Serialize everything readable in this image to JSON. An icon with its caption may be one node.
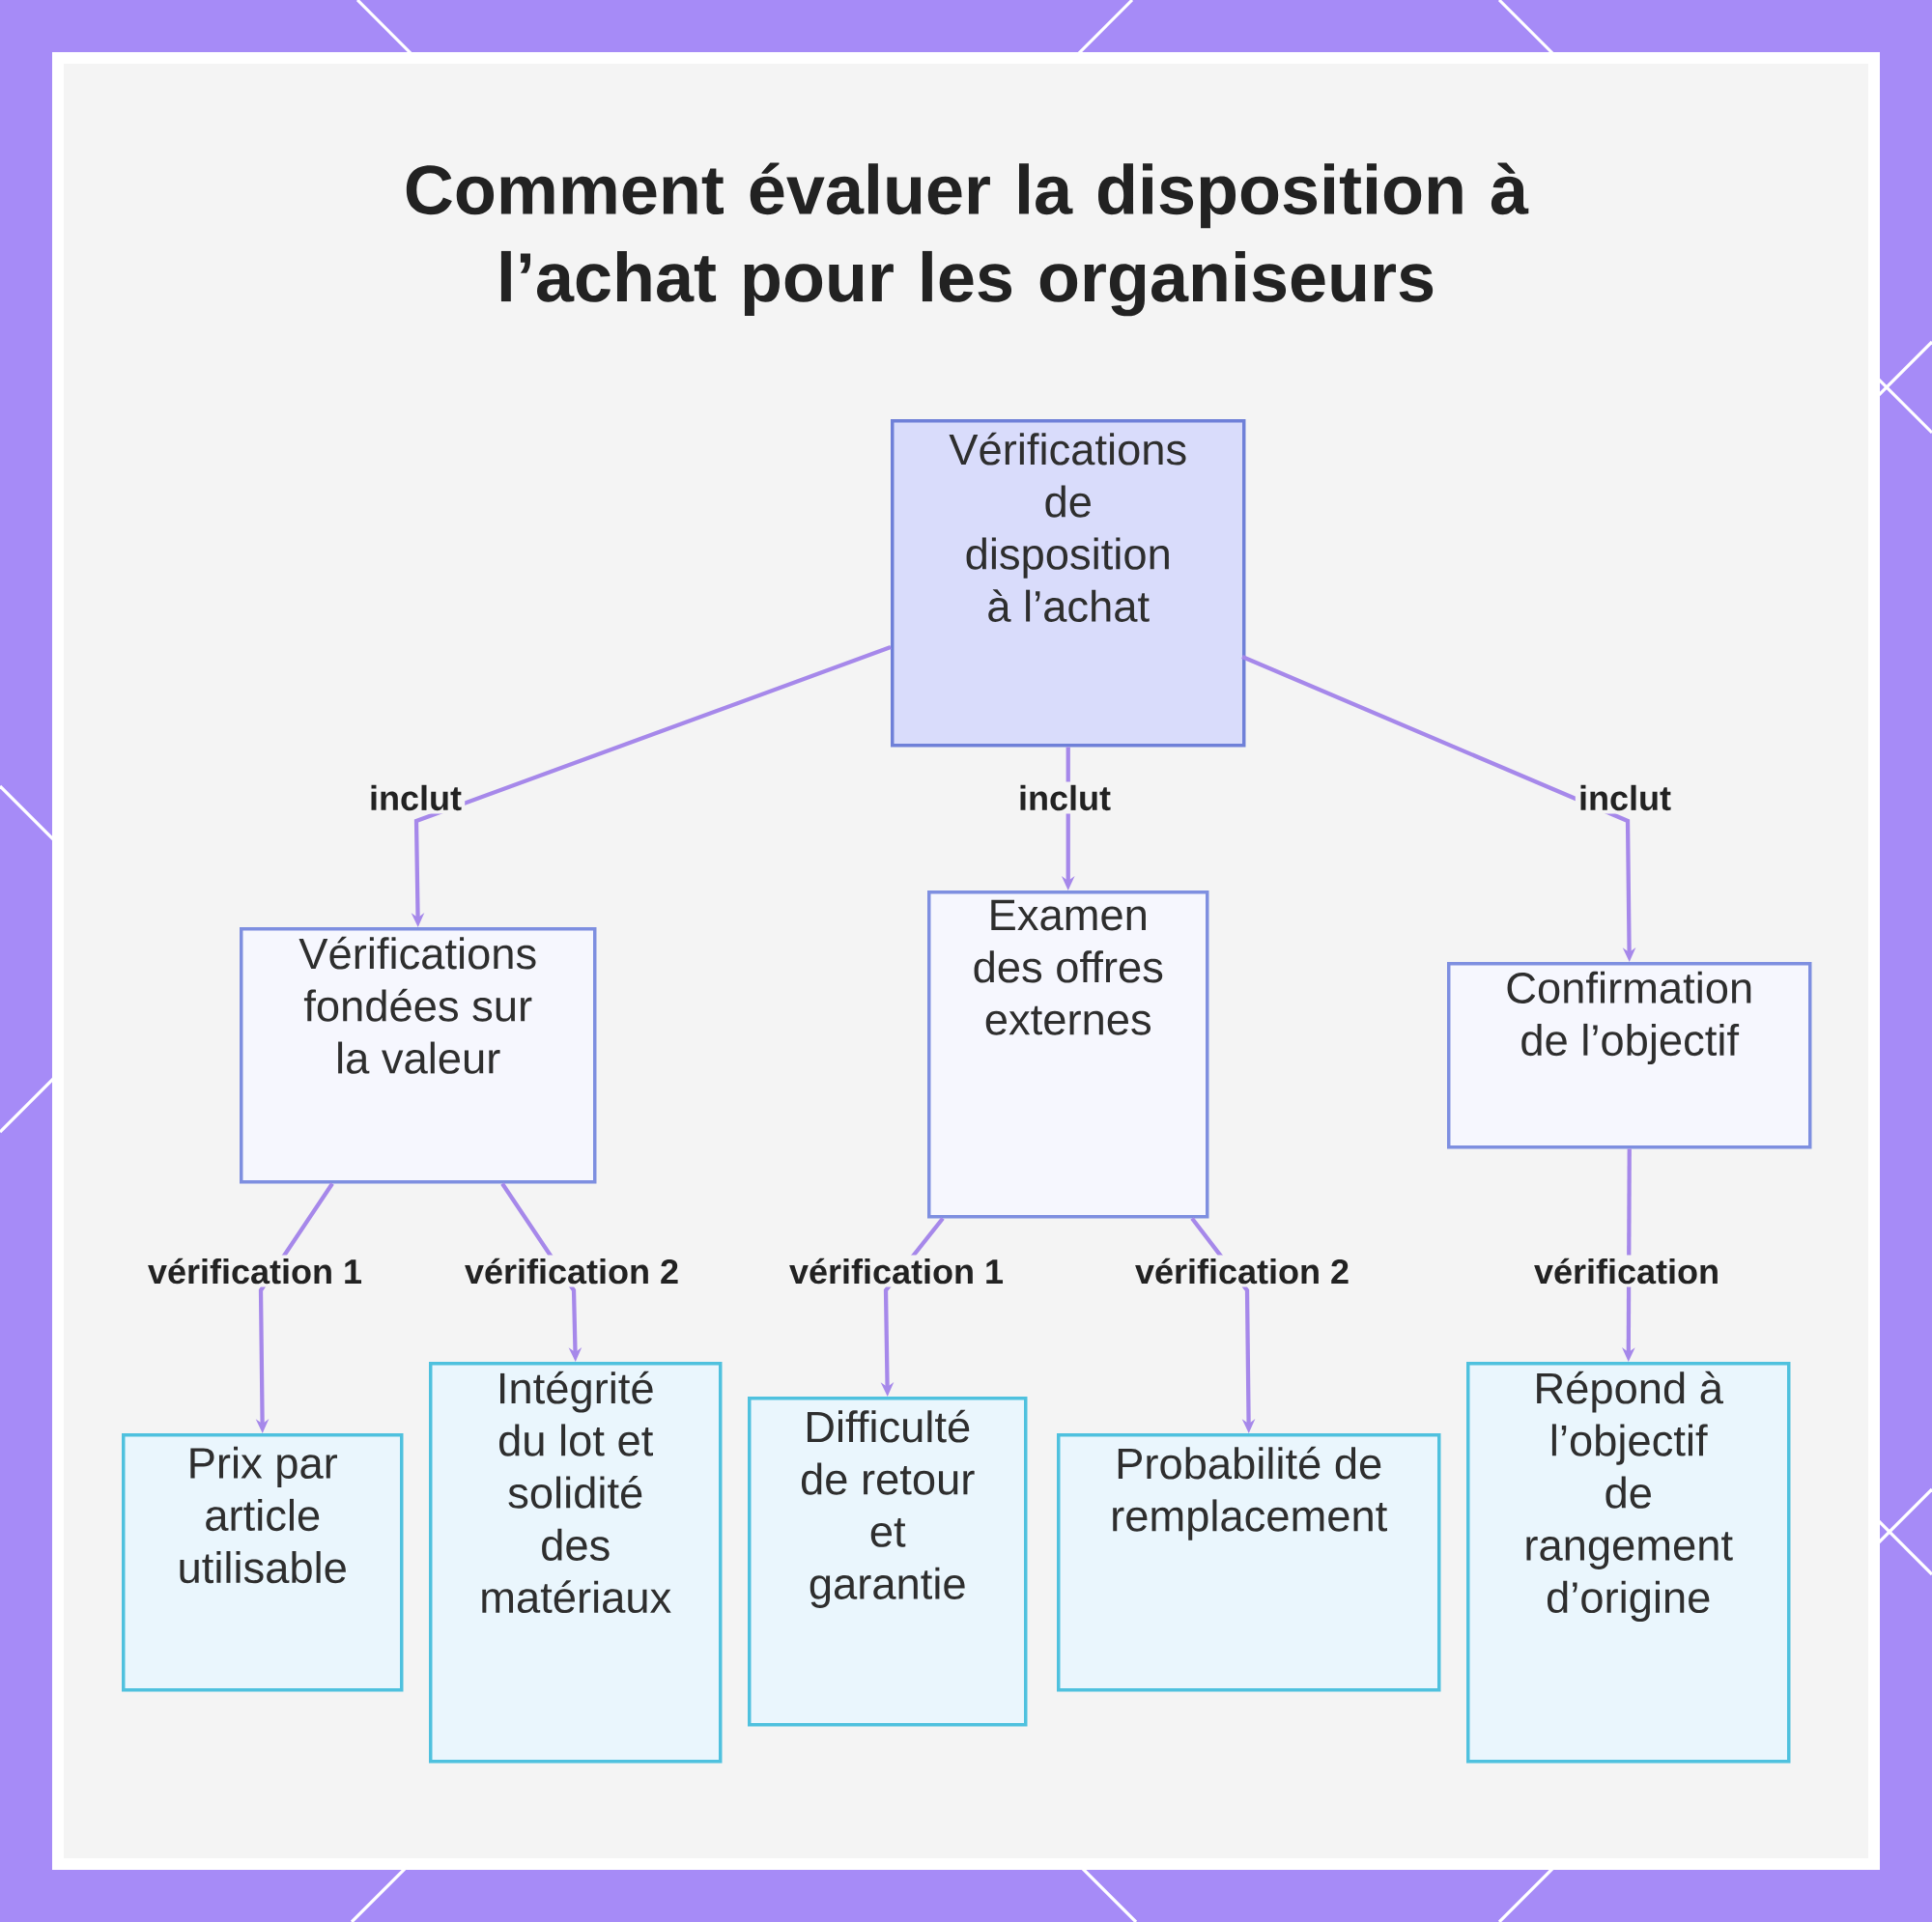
{
  "diagram": {
    "title": "Comment évaluer la disposition à l’achat pour les organiseurs",
    "nodes": [
      {
        "text": [
          "Vérifications de disposition à l’achat"
        ]
      },
      {
        "text": [
          "Vérifications fondées sur la valeur"
        ]
      },
      {
        "text": [
          "Examen des offres externes"
        ]
      },
      {
        "text": [
          "Confirmation de l’objectif"
        ]
      },
      {
        "text": [
          "Prix par article utilisable"
        ]
      },
      {
        "text": [
          "Intégrité du lot et solidité des matériaux"
        ]
      },
      {
        "text": [
          "Difficulté de retour et garantie"
        ]
      },
      {
        "text": [
          "Probabilité de remplacement"
        ]
      },
      {
        "text": [
          "Répond à l’objectif de rangement d’origine"
        ]
      }
    ],
    "edges": [
      {
        "from": 0,
        "to": 1,
        "arrow": "to",
        "label": "inclut"
      },
      {
        "from": 0,
        "to": 2,
        "arrow": "to",
        "label": "inclut"
      },
      {
        "from": 0,
        "to": 3,
        "arrow": "to",
        "label": "inclut"
      },
      {
        "from": 1,
        "to": 4,
        "arrow": "to",
        "label": "vérification 1"
      },
      {
        "from": 1,
        "to": 5,
        "arrow": "to",
        "label": "vérification 2"
      },
      {
        "from": 2,
        "to": 6,
        "arrow": "to",
        "label": "vérification 1"
      },
      {
        "from": 2,
        "to": 7,
        "arrow": "to",
        "label": "vérification 2"
      },
      {
        "from": 3,
        "to": 8,
        "arrow": "to",
        "label": "vérification"
      }
    ]
  }
}
